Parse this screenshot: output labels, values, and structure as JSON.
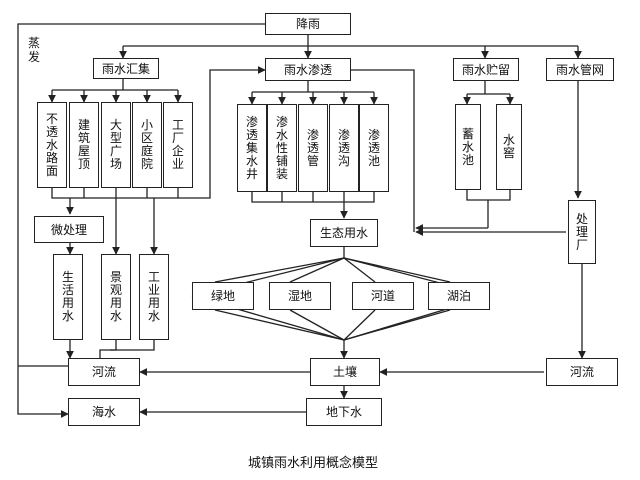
{
  "nodes": {
    "rain": "降雨",
    "collect": "雨水汇集",
    "infiltrate": "雨水渗透",
    "storage": "雨水贮留",
    "pipe": "雨水管网",
    "evaporate": "蒸\n发",
    "c1": "不\n透\n水\n路\n面",
    "c2": "建\n筑\n屋\n顶",
    "c3": "大\n型\n广\n场",
    "c4": "小\n区\n庭\n院",
    "c5": "工\n厂\n企\n业",
    "i1": "渗\n透\n集\n水\n井",
    "i2": "渗\n水\n性\n铺\n装",
    "i3": "渗\n透\n管",
    "i4": "渗\n透\n沟",
    "i5": "渗\n透\n池",
    "s1": "蓄\n水\n池",
    "s2": "水\n窖",
    "micro": "微处理",
    "u1": "生\n活\n用\n水",
    "u2": "景\n观\n用\n水",
    "u3": "工\n业\n用\n水",
    "eco": "生态用水",
    "treat": "处\n理\n厂",
    "green": "绿地",
    "wetland": "湿地",
    "channel": "河道",
    "lake": "湖泊",
    "river_left": "河流",
    "soil": "土壤",
    "river_right": "河流",
    "sea": "海水",
    "groundwater": "地下水"
  },
  "caption": "城镇雨水利用概念模型"
}
